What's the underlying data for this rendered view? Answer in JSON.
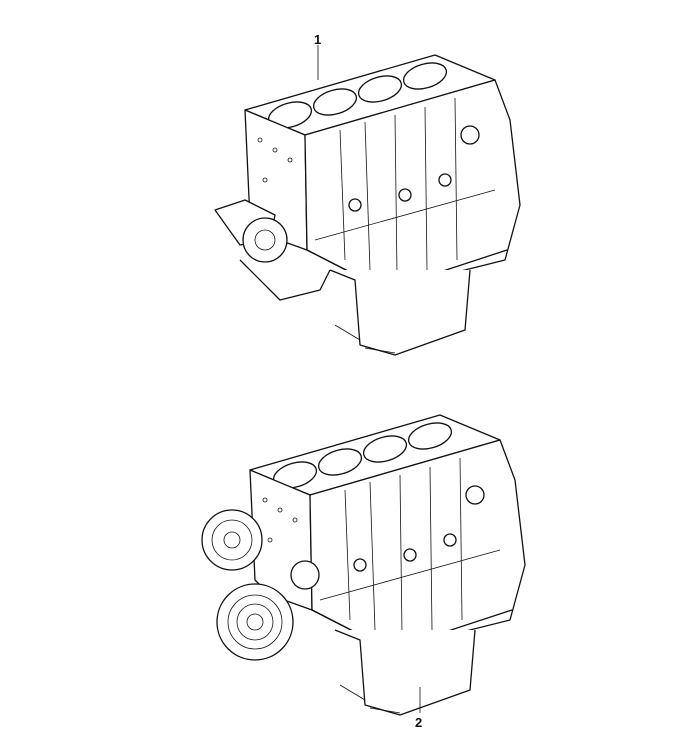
{
  "diagram": {
    "callouts": [
      {
        "label": "1",
        "part": "engine-block-upper"
      },
      {
        "label": "2",
        "part": "engine-block-lower"
      }
    ]
  }
}
